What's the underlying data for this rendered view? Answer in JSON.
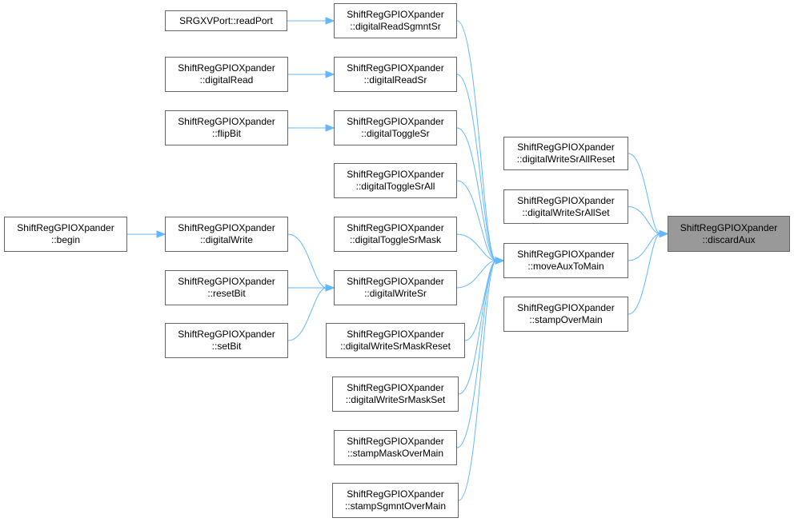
{
  "colors": {
    "edge": "#63b8ff",
    "node_border": "#666666",
    "node_fill": "#ffffff",
    "current_fill": "#999999"
  },
  "nodes": {
    "discardAux": {
      "line1": "ShiftRegGPIOXpander",
      "line2": "::discardAux"
    },
    "digitalWriteSrAllReset": {
      "line1": "ShiftRegGPIOXpander",
      "line2": "::digitalWriteSrAllReset"
    },
    "digitalWriteSrAllSet": {
      "line1": "ShiftRegGPIOXpander",
      "line2": "::digitalWriteSrAllSet"
    },
    "moveAuxToMain": {
      "line1": "ShiftRegGPIOXpander",
      "line2": "::moveAuxToMain"
    },
    "stampOverMain": {
      "line1": "ShiftRegGPIOXpander",
      "line2": "::stampOverMain"
    },
    "digitalReadSgmntSr": {
      "line1": "ShiftRegGPIOXpander",
      "line2": "::digitalReadSgmntSr"
    },
    "digitalReadSr": {
      "line1": "ShiftRegGPIOXpander",
      "line2": "::digitalReadSr"
    },
    "digitalToggleSr": {
      "line1": "ShiftRegGPIOXpander",
      "line2": "::digitalToggleSr"
    },
    "digitalToggleSrAll": {
      "line1": "ShiftRegGPIOXpander",
      "line2": "::digitalToggleSrAll"
    },
    "digitalToggleSrMask": {
      "line1": "ShiftRegGPIOXpander",
      "line2": "::digitalToggleSrMask"
    },
    "digitalWriteSr": {
      "line1": "ShiftRegGPIOXpander",
      "line2": "::digitalWriteSr"
    },
    "digitalWriteSrMaskReset": {
      "line1": "ShiftRegGPIOXpander",
      "line2": "::digitalWriteSrMaskReset"
    },
    "digitalWriteSrMaskSet": {
      "line1": "ShiftRegGPIOXpander",
      "line2": "::digitalWriteSrMaskSet"
    },
    "stampMaskOverMain": {
      "line1": "ShiftRegGPIOXpander",
      "line2": "::stampMaskOverMain"
    },
    "stampSgmntOverMain": {
      "line1": "ShiftRegGPIOXpander",
      "line2": "::stampSgmntOverMain"
    },
    "readPort": {
      "line1": "SRGXVPort::readPort",
      "line2": ""
    },
    "digitalRead": {
      "line1": "ShiftRegGPIOXpander",
      "line2": "::digitalRead"
    },
    "flipBit": {
      "line1": "ShiftRegGPIOXpander",
      "line2": "::flipBit"
    },
    "digitalWrite": {
      "line1": "ShiftRegGPIOXpander",
      "line2": "::digitalWrite"
    },
    "resetBit": {
      "line1": "ShiftRegGPIOXpander",
      "line2": "::resetBit"
    },
    "setBit": {
      "line1": "ShiftRegGPIOXpander",
      "line2": "::setBit"
    },
    "begin": {
      "line1": "ShiftRegGPIOXpander",
      "line2": "::begin"
    }
  },
  "edges": [
    [
      "digitalWriteSrAllReset",
      "discardAux"
    ],
    [
      "digitalWriteSrAllSet",
      "discardAux"
    ],
    [
      "moveAuxToMain",
      "discardAux"
    ],
    [
      "stampOverMain",
      "discardAux"
    ],
    [
      "digitalReadSgmntSr",
      "moveAuxToMain"
    ],
    [
      "digitalReadSr",
      "moveAuxToMain"
    ],
    [
      "digitalToggleSr",
      "moveAuxToMain"
    ],
    [
      "digitalToggleSrAll",
      "moveAuxToMain"
    ],
    [
      "digitalToggleSrMask",
      "moveAuxToMain"
    ],
    [
      "digitalWriteSr",
      "moveAuxToMain"
    ],
    [
      "digitalWriteSrMaskReset",
      "moveAuxToMain"
    ],
    [
      "digitalWriteSrMaskSet",
      "moveAuxToMain"
    ],
    [
      "stampMaskOverMain",
      "moveAuxToMain"
    ],
    [
      "stampSgmntOverMain",
      "moveAuxToMain"
    ],
    [
      "readPort",
      "digitalReadSgmntSr"
    ],
    [
      "digitalRead",
      "digitalReadSr"
    ],
    [
      "flipBit",
      "digitalToggleSr"
    ],
    [
      "digitalWrite",
      "digitalWriteSr"
    ],
    [
      "resetBit",
      "digitalWriteSr"
    ],
    [
      "setBit",
      "digitalWriteSr"
    ],
    [
      "begin",
      "digitalWrite"
    ]
  ]
}
